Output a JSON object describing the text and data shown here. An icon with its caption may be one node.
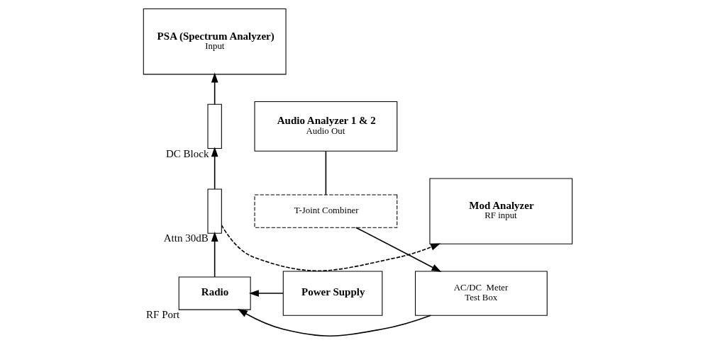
{
  "diagram": {
    "nodes": [
      {
        "text": [
          "PSA (Spectrum Analyzer)",
          "Input"
        ]
      },
      {
        "text": [
          "Audio Analyzer 1 & 2",
          "Audio Out"
        ]
      },
      {
        "text": [
          "Mod Analyzer",
          "RF input"
        ]
      },
      {
        "text": [],
        "shape": "box",
        "beside": [
          "DC Block"
        ]
      },
      {
        "text": [],
        "shape": "box",
        "beside": [
          "Attn 30dB"
        ]
      },
      {
        "text": [
          "T-Joint Combiner"
        ]
      },
      {
        "text": [
          "Power Supply"
        ]
      },
      {
        "text": [
          "Radio"
        ],
        "beside": [
          "RF Port"
        ]
      },
      {
        "text": [
          "AC/DC  Meter",
          "Test Box"
        ]
      }
    ],
    "edges": [
      {
        "from": 7,
        "to": 4,
        "arrow": "to"
      },
      {
        "from": 4,
        "to": 3,
        "arrow": "to"
      },
      {
        "from": 3,
        "to": 0,
        "arrow": "to"
      },
      {
        "from": 4,
        "to": 2,
        "arrow": "to",
        "style": "dashed"
      },
      {
        "from": 1,
        "to": 5,
        "arrow": "none"
      },
      {
        "from": 5,
        "to": 8,
        "arrow": "to"
      },
      {
        "from": 6,
        "to": 7,
        "arrow": "to"
      },
      {
        "from": 8,
        "to": 7,
        "arrow": "to"
      }
    ]
  }
}
